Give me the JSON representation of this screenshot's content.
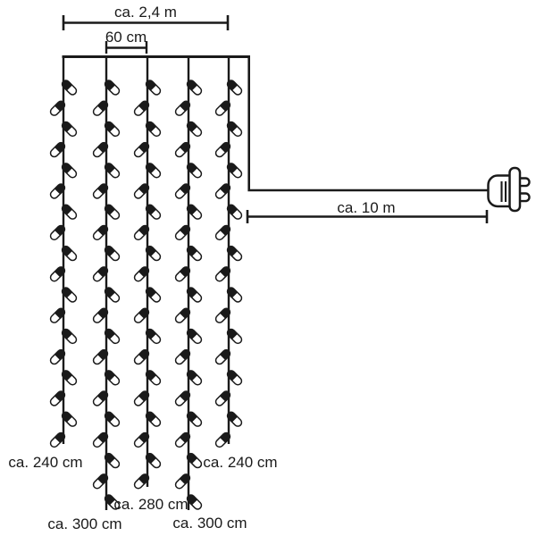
{
  "figure": {
    "type": "curtain-lights-dimension-diagram",
    "background_color": "#ffffff",
    "line_color": "#1a1a1a"
  },
  "dimensions": {
    "total_width_label": "ca. 2,4 m",
    "strand_spacing_label": "60 cm",
    "lead_cable_label": "ca. 10 m"
  },
  "strands": [
    {
      "label": "ca. 240 cm",
      "length_cm": 240,
      "bulb_count": 18
    },
    {
      "label": "ca. 300 cm",
      "length_cm": 300,
      "bulb_count": 21
    },
    {
      "label": "ca. 280 cm",
      "length_cm": 280,
      "bulb_count": 20
    },
    {
      "label": "ca. 300 cm",
      "length_cm": 300,
      "bulb_count": 21
    },
    {
      "label": "ca. 240 cm",
      "length_cm": 240,
      "bulb_count": 18
    }
  ],
  "plug": {
    "icon": "power-plug-icon",
    "prong_count": 2
  }
}
